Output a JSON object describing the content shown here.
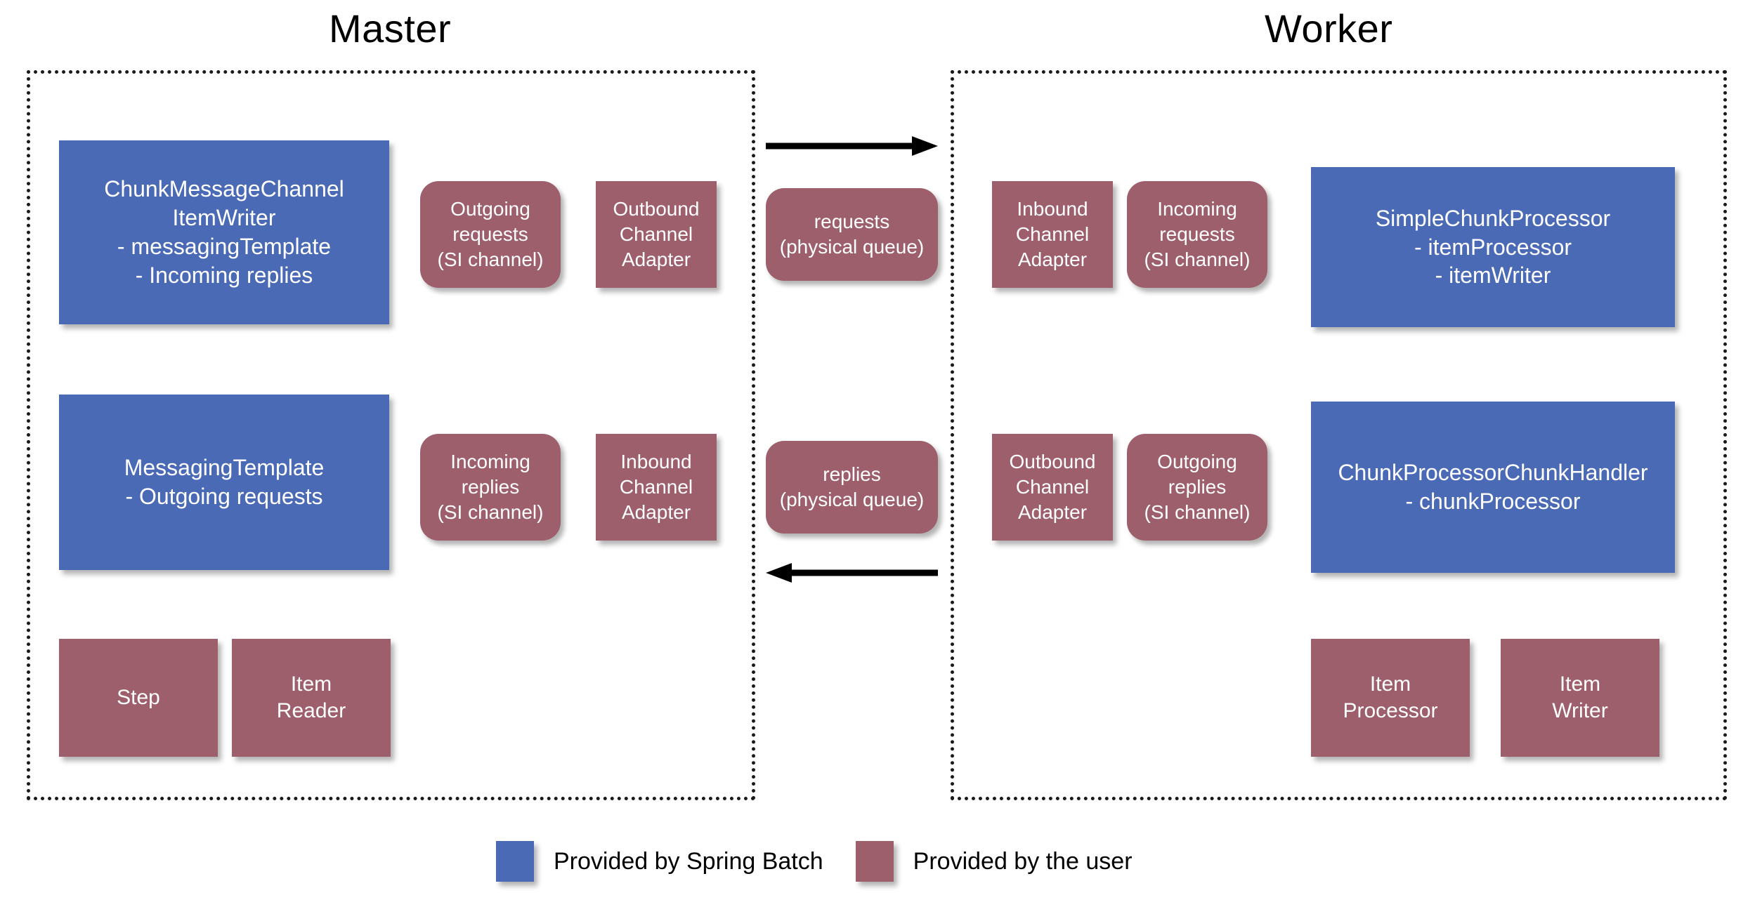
{
  "colors": {
    "provided_by_spring_batch": "#4a6ab5",
    "provided_by_user": "#9d5f6c",
    "panel_border": "#1a1a1a",
    "background": "#ffffff",
    "arrow": "#000000"
  },
  "panels": {
    "master": {
      "title": "Master"
    },
    "worker": {
      "title": "Worker"
    }
  },
  "master": {
    "chunk_message_channel_item_writer": "ChunkMessageChannel\nItemWriter\n- messagingTemplate\n- Incoming replies",
    "messaging_template": "MessagingTemplate\n- Outgoing requests",
    "outgoing_requests_channel": "Outgoing\nrequests\n(SI channel)",
    "outbound_channel_adapter": "Outbound\nChannel\nAdapter",
    "incoming_replies_channel": "Incoming\nreplies\n(SI channel)",
    "inbound_channel_adapter": "Inbound\nChannel\nAdapter",
    "step": "Step",
    "item_reader": "Item\nReader"
  },
  "middle": {
    "requests_queue": "requests\n(physical queue)",
    "replies_queue": "replies\n(physical queue)",
    "arrow_requests_direction": "right",
    "arrow_replies_direction": "left"
  },
  "worker": {
    "inbound_channel_adapter": "Inbound\nChannel\nAdapter",
    "incoming_requests_channel": "Incoming\nrequests\n(SI channel)",
    "simple_chunk_processor": "SimpleChunkProcessor\n- itemProcessor\n- itemWriter",
    "outbound_channel_adapter": "Outbound\nChannel\nAdapter",
    "outgoing_replies_channel": "Outgoing\nreplies\n(SI channel)",
    "chunk_processor_chunk_handler": "ChunkProcessorChunkHandler\n- chunkProcessor",
    "item_processor": "Item\nProcessor",
    "item_writer": "Item\nWriter"
  },
  "legend": {
    "items": [
      {
        "label": "Provided by Spring Batch",
        "color": "#4a6ab5"
      },
      {
        "label": "Provided by the user",
        "color": "#9d5f6c"
      }
    ]
  }
}
